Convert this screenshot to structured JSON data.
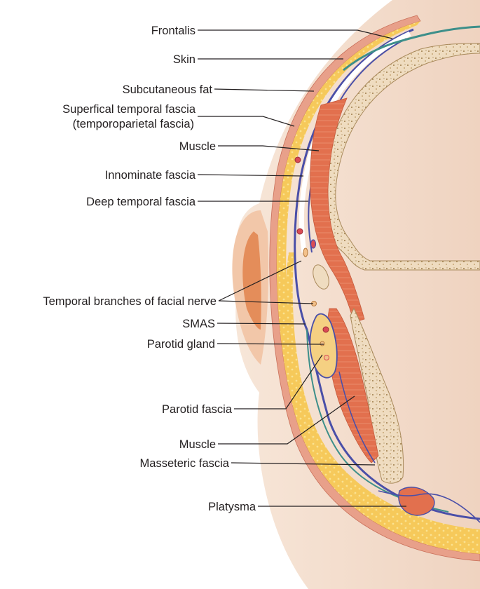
{
  "labels": {
    "frontalis": "Frontalis",
    "skin": "Skin",
    "subcutaneous_fat": "Subcutaneous fat",
    "superficial_temporal_fascia_line1": "Superfical temporal fascia",
    "superficial_temporal_fascia_line2": "(temporoparietal fascia)",
    "muscle_upper": "Muscle",
    "innominate_fascia": "Innominate fascia",
    "deep_temporal_fascia": "Deep temporal fascia",
    "temporal_branches": "Temporal branches of facial nerve",
    "smas": "SMAS",
    "parotid_gland": "Parotid gland",
    "parotid_fascia": "Parotid fascia",
    "muscle_lower": "Muscle",
    "masseteric_fascia": "Masseteric fascia",
    "platysma": "Platysma"
  },
  "colors": {
    "skin_outer": "#f0d9c8",
    "skin_layer": "#e8a08a",
    "fat": "#f6c95a",
    "fascia_blue": "#4a4fa8",
    "fascia_teal": "#3d8f8a",
    "muscle": "#e2704e",
    "bone": "#efdcc0",
    "bone_dots": "#9c7a48",
    "nerve": "#f3c18a",
    "vessel": "#d94b55"
  }
}
